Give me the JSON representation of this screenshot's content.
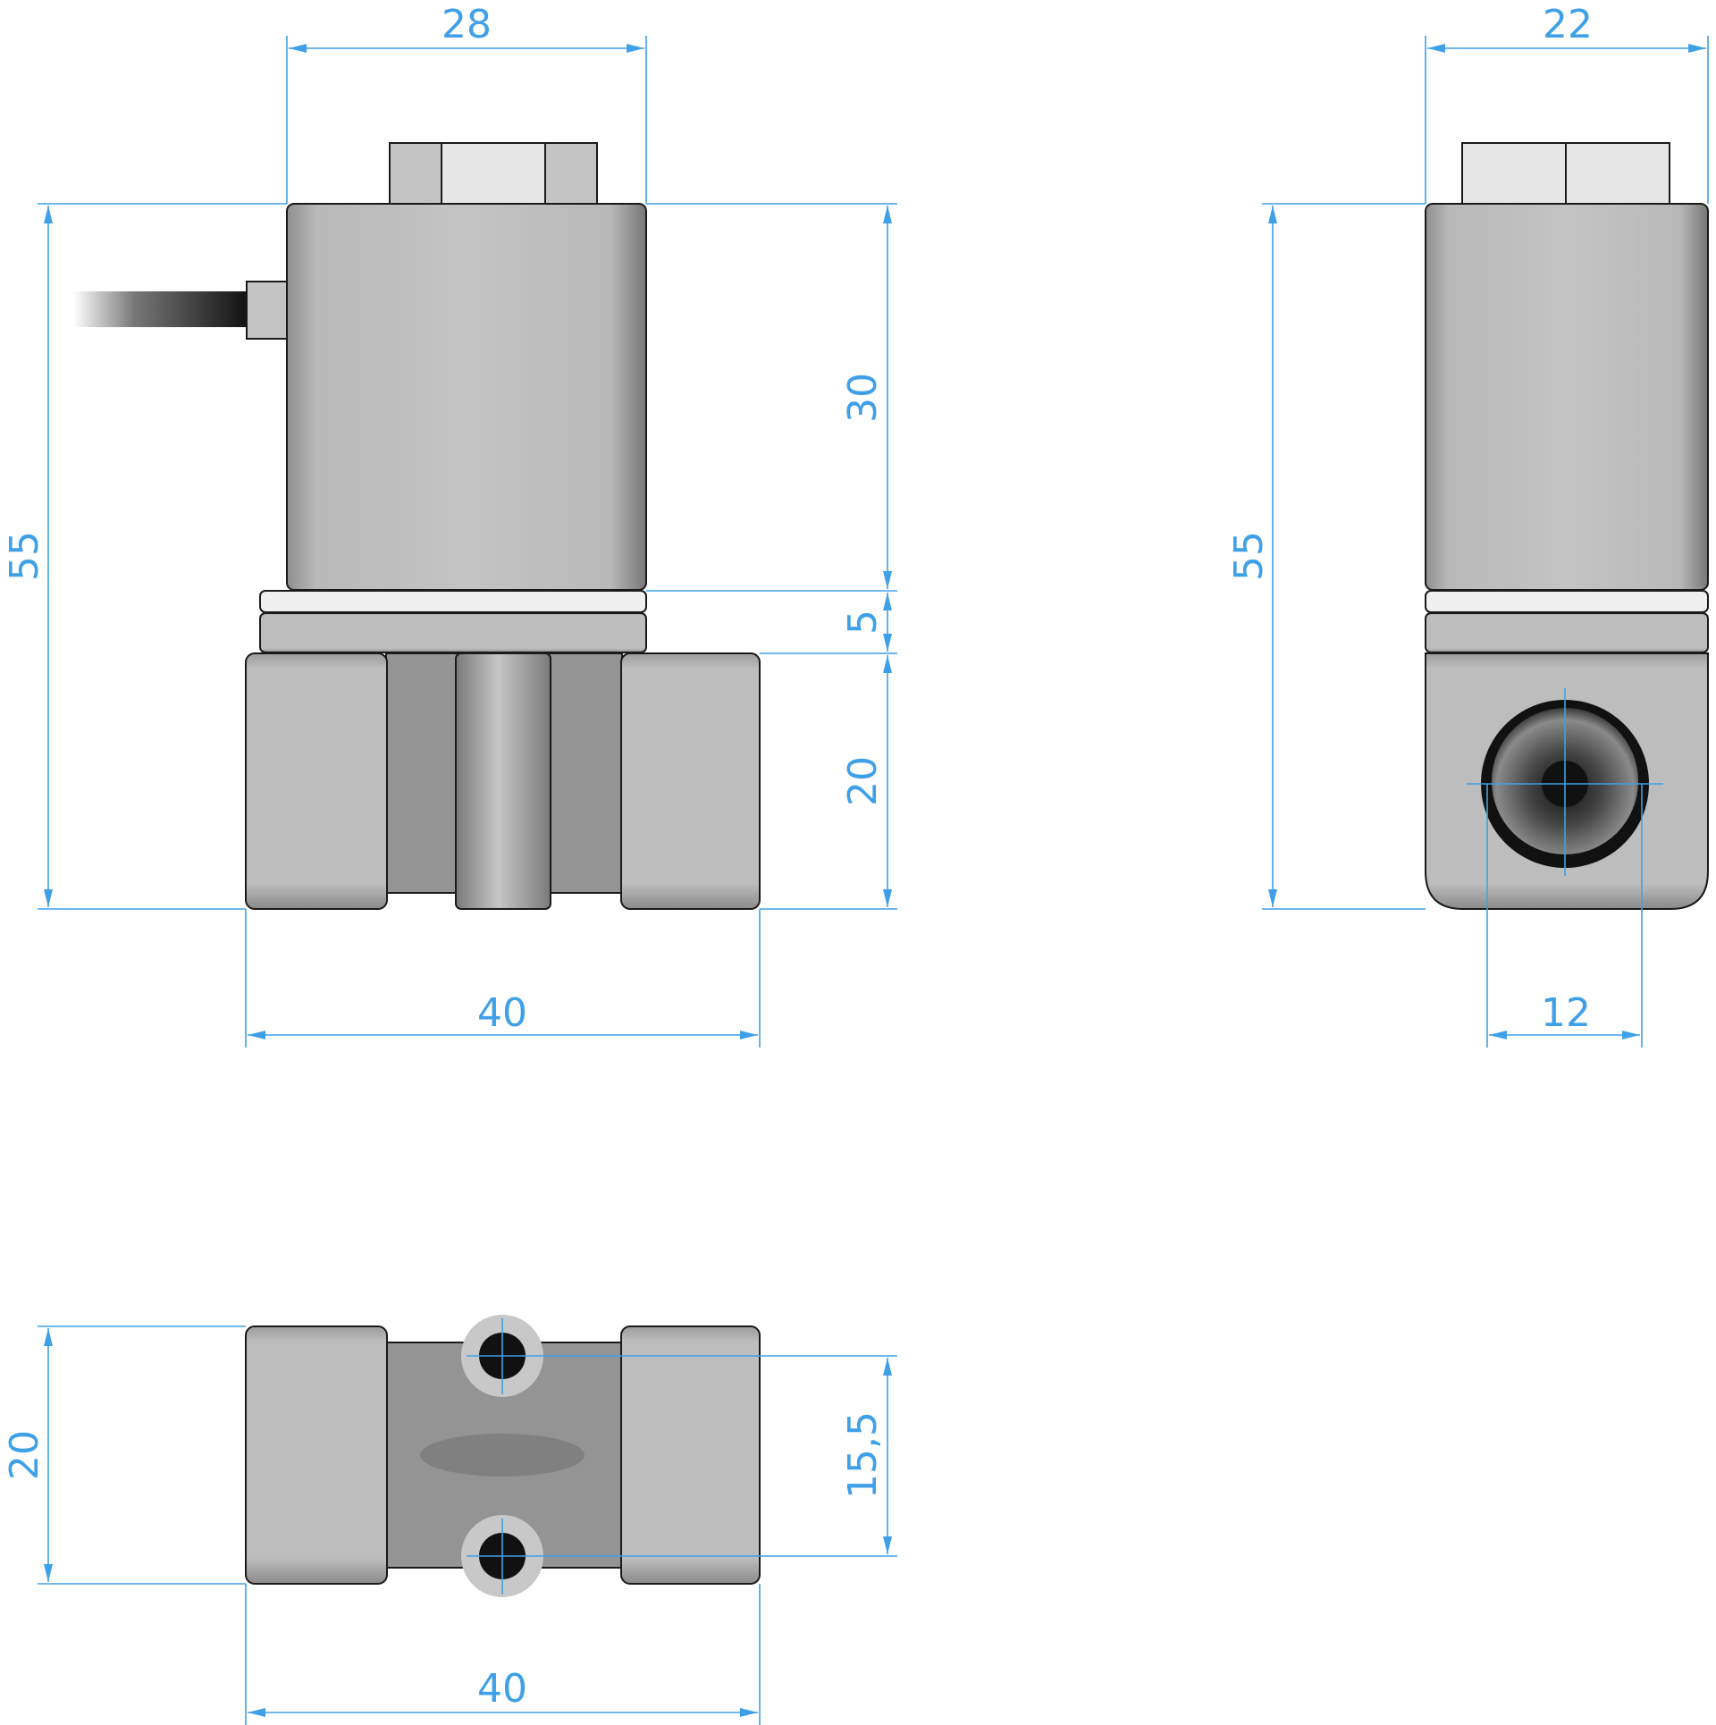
{
  "colors": {
    "dimension": "#3fa0e8",
    "outline": "#1a1a1a",
    "metal_light": "#c4c4c4",
    "metal_mid": "#bababa",
    "metal_dark": "#949494",
    "hex_face": "#e6e6e6",
    "ring": "#f0f0f0",
    "port_dark": "#111111",
    "port_ring": "#c8c8c8"
  },
  "front_view": {
    "dims": {
      "top_width": "28",
      "total_height": "55",
      "coil_height": "30",
      "flange_height": "5",
      "body_height": "20",
      "body_width": "40"
    }
  },
  "side_view": {
    "dims": {
      "top_width": "22",
      "total_height": "55",
      "port_diameter": "12"
    }
  },
  "bottom_view": {
    "dims": {
      "height": "20",
      "hole_spacing": "15,5",
      "width": "40"
    }
  }
}
